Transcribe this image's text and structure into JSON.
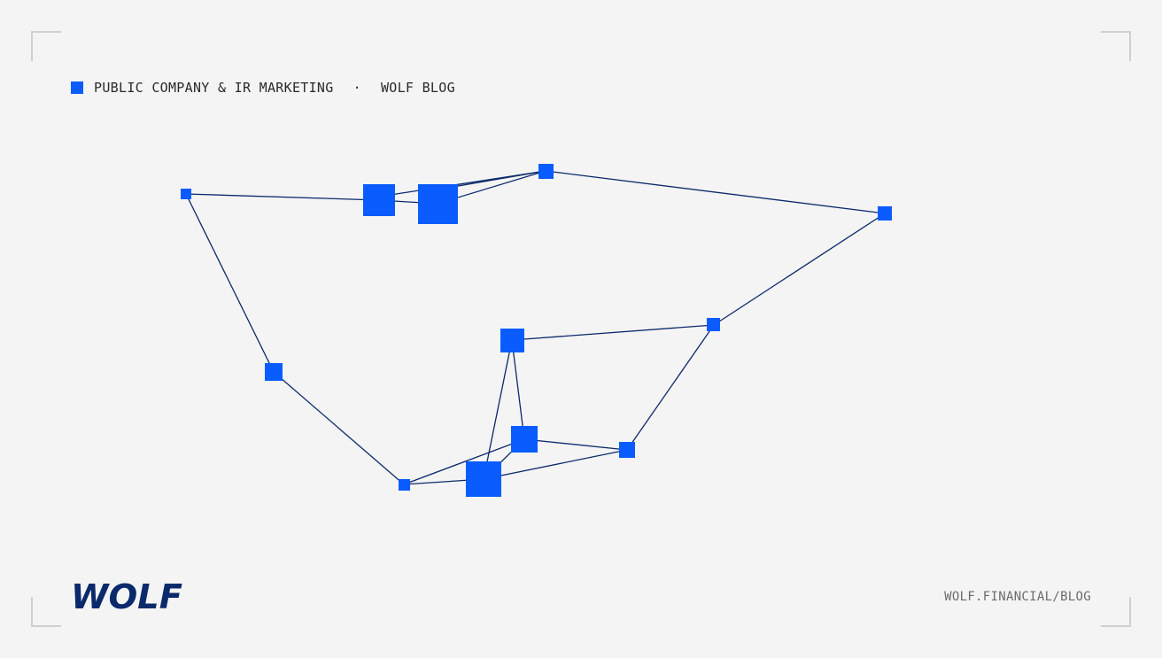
{
  "header": {
    "category": "PUBLIC COMPANY & IR MARKETING",
    "separator": "·",
    "blog": "WOLF BLOG"
  },
  "footer": {
    "logo_text": "WOLF",
    "url": "WOLF.FINANCIAL/BLOG"
  },
  "colors": {
    "background": "#f4f4f4",
    "node": "#0a5cff",
    "edge": "#0b2a6b",
    "logo": "#0b2a6b"
  },
  "icons": [
    "blue-square-icon",
    "wolf-logo-icon",
    "corner-bracket-icon"
  ]
}
